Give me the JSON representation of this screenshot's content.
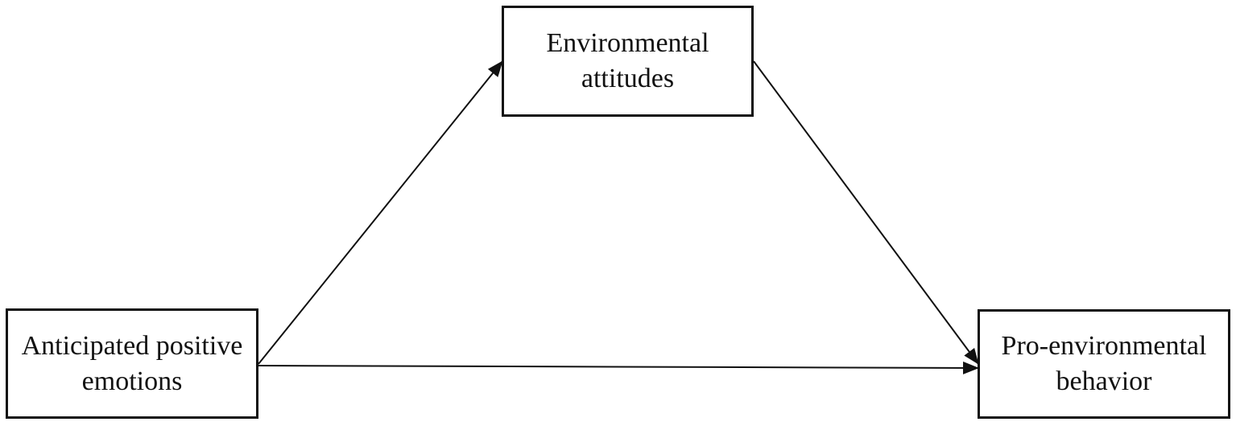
{
  "diagram": {
    "nodes": {
      "mediator": {
        "line1": "Environmental",
        "line2": "attitudes"
      },
      "predictor": {
        "line1": "Anticipated positive",
        "line2": "emotions"
      },
      "outcome": {
        "line1": "Pro-environmental",
        "line2": "behavior"
      }
    },
    "edges": [
      {
        "from": "Anticipated positive emotions",
        "to": "Environmental attitudes"
      },
      {
        "from": "Environmental attitudes",
        "to": "Pro-environmental behavior"
      },
      {
        "from": "Anticipated positive emotions",
        "to": "Pro-environmental behavior"
      }
    ],
    "colors": {
      "line": "#111111",
      "background": "#ffffff"
    }
  }
}
